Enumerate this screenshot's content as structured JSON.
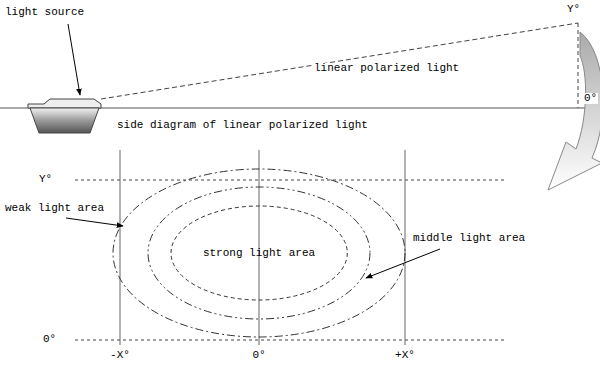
{
  "diagram": {
    "nodes": [
      {
        "text": [
          "strong light area"
        ]
      }
    ],
    "labels": [
      "light source",
      "linear polarized light",
      "Y°",
      "0°",
      "side diagram of linear polarized light",
      "Y°",
      "weak light area",
      "middle light area",
      "0°",
      "-X°",
      "0°",
      "+X°"
    ]
  }
}
